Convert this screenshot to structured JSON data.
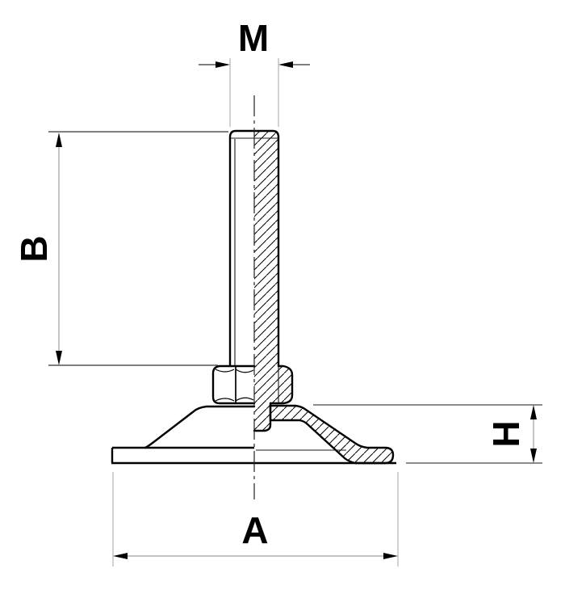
{
  "drawing": {
    "title": "adjustable-leveling-foot-technical-drawing",
    "view": "front half-section",
    "labels": {
      "thread_diameter": "M",
      "stud_length": "B",
      "base_diameter": "A",
      "base_height": "H"
    },
    "colors": {
      "background": "#ffffff",
      "outline": "#000000",
      "hatch": "#000000",
      "dimension_line": "#8a8a8a",
      "extension_line": "#a6a6a6",
      "label_text": "#000000"
    }
  }
}
